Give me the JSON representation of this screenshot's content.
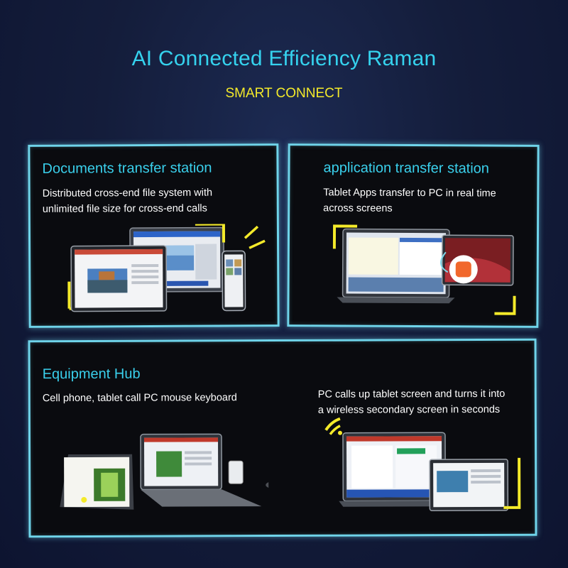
{
  "header": {
    "title": "AI Connected Efficiency Raman",
    "subtitle": "SMART CONNECT"
  },
  "panels": [
    {
      "title": "Documents transfer station",
      "description_lines": [
        "Distributed cross-end file system with",
        "unlimited file size for cross-end calls"
      ]
    },
    {
      "title": "application transfer station",
      "description_lines": [
        "Tablet Apps transfer to PC in real time",
        "across screens"
      ]
    },
    {
      "title": "Equipment Hub",
      "description_lines": [
        "Cell phone, tablet call PC mouse keyboard"
      ],
      "secondary_lines": [
        "PC calls up tablet screen and turns it into",
        "a wireless secondary screen in seconds"
      ]
    }
  ],
  "colors": {
    "accent_cyan": "#35d2ee",
    "accent_yellow": "#f4ea2a",
    "panel_border": "#6fd4ea",
    "panel_bg": "#0a0b0f"
  }
}
